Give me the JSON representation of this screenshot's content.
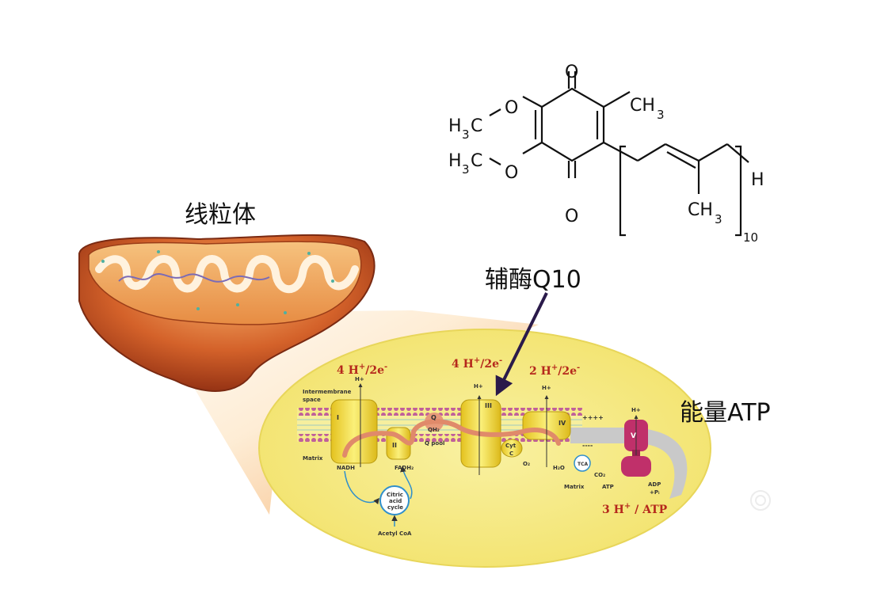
{
  "labels": {
    "mitochondria": "线粒体",
    "coenzyme_q10": "辅酶Q10",
    "energy_atp": "能量ATP"
  },
  "molecule": {
    "top_O": "O",
    "bottom_O": "O",
    "methoxy_upper_O": "O",
    "methoxy_lower_O": "O",
    "methyl_upper": "CH",
    "methyl_upper_sub": "3",
    "methoxy_upper_H": "H",
    "methoxy_upper_H_sub": "3",
    "methoxy_upper_C": "C",
    "methoxy_lower_H": "H",
    "methoxy_lower_H_sub": "3",
    "methoxy_lower_C": "C",
    "chain_methyl": "CH",
    "chain_methyl_sub": "3",
    "chain_end_H": "H",
    "repeat_count": "10"
  },
  "etc": {
    "stoich_1": "4 H",
    "stoich_1_sup": "+",
    "stoich_1_tail": "/2e",
    "stoich_1_tail_sup": "-",
    "stoich_2": "4 H",
    "stoich_2_sup": "+",
    "stoich_2_tail": "/2e",
    "stoich_2_tail_sup": "-",
    "stoich_3": "2 H",
    "stoich_3_sup": "+",
    "stoich_3_tail": "/2e",
    "stoich_3_tail_sup": "-",
    "atp_ratio": "3 H",
    "atp_ratio_sup": "+",
    "atp_ratio_tail": " / ATP",
    "intermembrane_1": "Intermembrane",
    "intermembrane_2": "space",
    "matrix_left": "Matrix",
    "matrix_right": "Matrix",
    "hplus": "H+",
    "complex_I": "I",
    "complex_II": "II",
    "complex_III": "III",
    "complex_IV": "IV",
    "complex_V": "V",
    "q": "Q",
    "qh2": "QH₂",
    "q_pool": "Q pool",
    "cyt_1": "Cyt",
    "cyt_2": "C",
    "nadh": "NADH",
    "fadh2": "FADH₂",
    "o2": "O₂",
    "h2o": "H₂O",
    "tca": "TCA",
    "co2": "CO₂",
    "atp_small": "ATP",
    "adp": "ADP",
    "pi": "+Pᵢ",
    "plus_signs": "++++",
    "minus_signs": "----",
    "citric_1": "Citric",
    "citric_2": "acid",
    "citric_3": "cycle",
    "acetyl": "Acetyl CoA"
  },
  "colors": {
    "mito_outer": "#c0471f",
    "mito_inner": "#f2a15a",
    "ellipse_fill": "#f6ec8a",
    "membrane_head": "#c0609a",
    "complex_fill": "#f1dc3f",
    "electron_path": "#e08a6a",
    "atp_synthase": "#c0306a",
    "arrow": "#2a1a4a",
    "red_text": "#b5281c"
  }
}
